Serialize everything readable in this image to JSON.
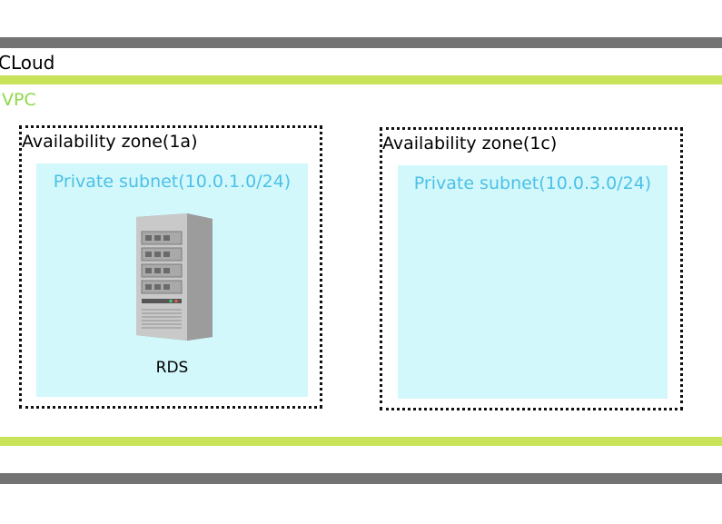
{
  "cloud": {
    "label": "CLoud"
  },
  "vpc": {
    "label": "VPC"
  },
  "zones": [
    {
      "title": "Availability zone(1a)",
      "subnet": {
        "label": "Private subnet(10.0.1.0/24)"
      },
      "resource": {
        "label": "RDS",
        "icon": "server-icon"
      }
    },
    {
      "title": "Availability zone(1c)",
      "subnet": {
        "label": "Private subnet(10.0.3.0/24)"
      }
    }
  ],
  "colors": {
    "cloud_bar": "#737373",
    "vpc_bar": "#c8e35a",
    "vpc_text": "#8ed94a",
    "subnet_fill": "#d2f8fb",
    "subnet_text": "#4cc0e8"
  }
}
